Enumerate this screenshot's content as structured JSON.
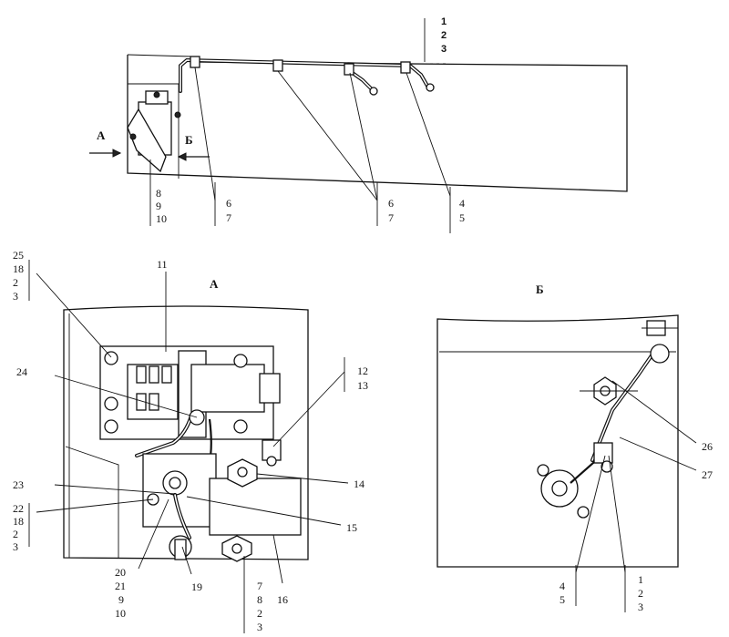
{
  "views": {
    "main": {
      "callouts_top_right": [
        "1",
        "2",
        "3"
      ],
      "arrow_a": "А",
      "arrow_b": "Б",
      "callouts_8_9_10": [
        "8",
        "9",
        "10"
      ],
      "callouts_6_7_left": [
        "6",
        "7"
      ],
      "callouts_6_7_right": [
        "6",
        "7"
      ],
      "callouts_4_5": [
        "4",
        "5"
      ]
    },
    "view_a": {
      "title": "А",
      "label_25_stack": [
        "25",
        "18",
        "2",
        "3"
      ],
      "label_11": "11",
      "label_24": "24",
      "label_12_13": [
        "12",
        "13"
      ],
      "label_14": "14",
      "label_23": "23",
      "label_22_stack": [
        "22",
        "18",
        "2",
        "3"
      ],
      "label_15": "15",
      "label_20_stack": [
        "20",
        "21",
        "9",
        "10"
      ],
      "label_19": "19",
      "label_7_stack": [
        "7",
        "8",
        "2",
        "3"
      ],
      "label_16": "16"
    },
    "view_b": {
      "title": "Б",
      "label_26": "26",
      "label_27": "27",
      "label_4_5": [
        "4",
        "5"
      ],
      "label_1_2_3": [
        "1",
        "2",
        "3"
      ]
    }
  }
}
